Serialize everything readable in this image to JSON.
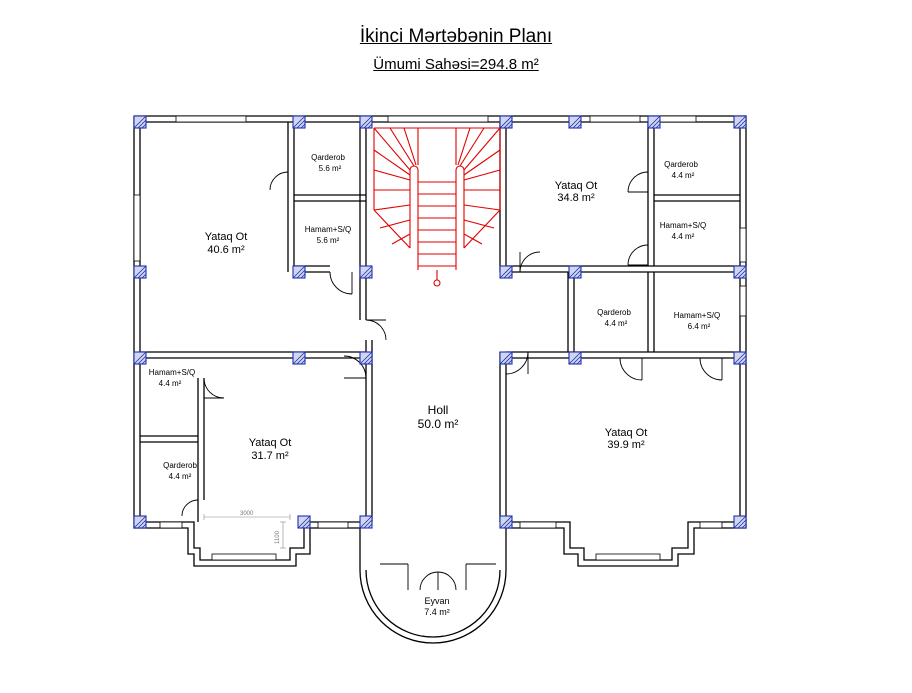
{
  "header": {
    "title": "İkinci Mərtəbənin Planı",
    "subtitle": "Ümumi Sahəsi=294.8 m²"
  },
  "rooms": [
    {
      "id": "bed-nw",
      "name": "Yataq Ot",
      "area": "40.6 m²"
    },
    {
      "id": "wardrobe-nw",
      "name": "Qarderob",
      "area": "5.6 m²"
    },
    {
      "id": "bath-nw",
      "name": "Hamam+S/Q",
      "area": "5.6 m²"
    },
    {
      "id": "bed-ne",
      "name": "Yataq Ot",
      "area": "34.8 m²"
    },
    {
      "id": "wardrobe-ne",
      "name": "Qarderob",
      "area": "4.4 m²"
    },
    {
      "id": "bath-ne",
      "name": "Hamam+S/Q",
      "area": "4.4 m²"
    },
    {
      "id": "wardrobe-e",
      "name": "Qarderob",
      "area": "4.4 m²"
    },
    {
      "id": "bath-e",
      "name": "Hamam+S/Q",
      "area": "6.4 m²"
    },
    {
      "id": "bath-sw",
      "name": "Hamam+S/Q",
      "area": "4.4 m²"
    },
    {
      "id": "wardrobe-sw",
      "name": "Qarderob",
      "area": "4.4 m²"
    },
    {
      "id": "bed-sw",
      "name": "Yataq Ot",
      "area": "31.7 m²"
    },
    {
      "id": "hall",
      "name": "Holl",
      "area": "50.0 m²"
    },
    {
      "id": "bed-se",
      "name": "Yataq Ot",
      "area": "39.9 m²"
    },
    {
      "id": "porch",
      "name": "Eyvan",
      "area": "7.4 m²"
    }
  ],
  "dimensions": {
    "bay_width": "3000",
    "bay_depth": "1100"
  },
  "colors": {
    "walls": "#000000",
    "columns": "#1e2fb0",
    "staircase": "#e00000"
  }
}
